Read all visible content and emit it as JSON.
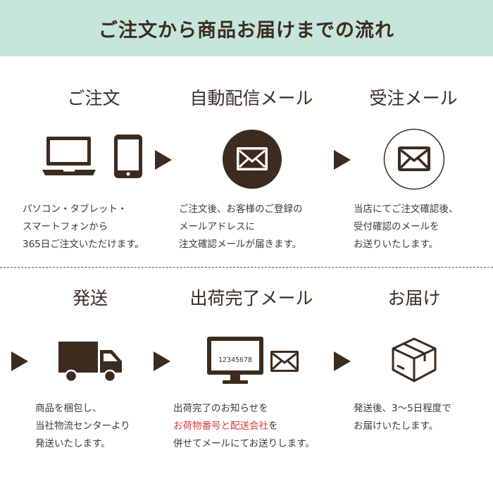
{
  "banner": {
    "title": "ご注文から商品お届けまでの流れ"
  },
  "steps": [
    {
      "title": "ご注文",
      "lines": [
        "パソコン・タブレット・",
        "スマートフォンから",
        "365日ご注文いただけます。"
      ]
    },
    {
      "title": "自動配信メール",
      "lines": [
        "ご注文後、お客様のご登録の",
        "メールアドレスに",
        "注文確認メールが届きます。"
      ]
    },
    {
      "title": "受注メール",
      "lines": [
        "当店にてご注文確認後、",
        "受付確認のメールを",
        "お送りいたします。"
      ]
    },
    {
      "title": "発送",
      "lines": [
        "商品を梱包し、",
        "当社物流センターより",
        "発送いたします。"
      ]
    },
    {
      "title": "出荷完了メール",
      "line1": "出荷完了のお知らせを",
      "line2_hl": "お荷物番号と配送会社",
      "line2_rest": "を",
      "line3": "併せてメールにてお送りします。",
      "screen_number": "12345678"
    },
    {
      "title": "お届け",
      "lines": [
        "発送後、3〜5日程度で",
        "お届けいたします。"
      ]
    }
  ],
  "colors": {
    "banner_bg": "#c4e6db",
    "dark_brown": "#3d2b1f",
    "highlight": "#d23b3b"
  },
  "icons": [
    "laptop-icon",
    "smartphone-icon",
    "envelope-circle-icon",
    "envelope-outline-circle-icon",
    "truck-icon",
    "monitor-icon",
    "envelope-small-icon",
    "box-icon"
  ]
}
